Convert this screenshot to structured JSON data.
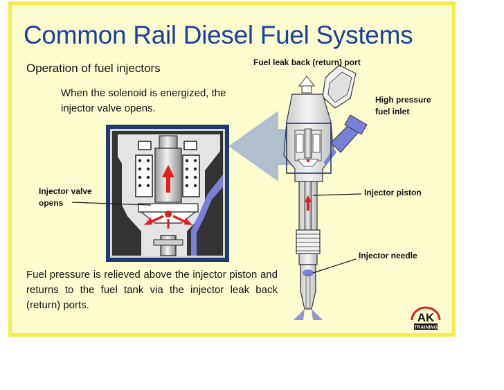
{
  "slide": {
    "title": "Common Rail Diesel Fuel Systems",
    "subtitle": "Operation of fuel injectors",
    "intro": "When the solenoid is energized, the injector valve opens.",
    "body": "Fuel pressure is relieved above the injector piston and returns to the fuel tank via the injector leak back (return) ports."
  },
  "labels": {
    "leak_back": "Fuel leak back (return) port",
    "high_pressure_line1": "High pressure",
    "high_pressure_line2": "fuel inlet",
    "injector_piston": "Injector piston",
    "injector_needle": "Injector needle",
    "valve_opens_line1": "Injector valve",
    "valve_opens_line2": "opens"
  },
  "logo": {
    "mark": "AK",
    "text": "TRAINING"
  },
  "colors": {
    "title": "#1a3f9e",
    "border": "#f5ee4a",
    "background": "#fdfdd0",
    "fuel_flow": "#7a7fd8",
    "arrow_red": "#e02020",
    "callout_arrow": "#a7b7cc"
  }
}
